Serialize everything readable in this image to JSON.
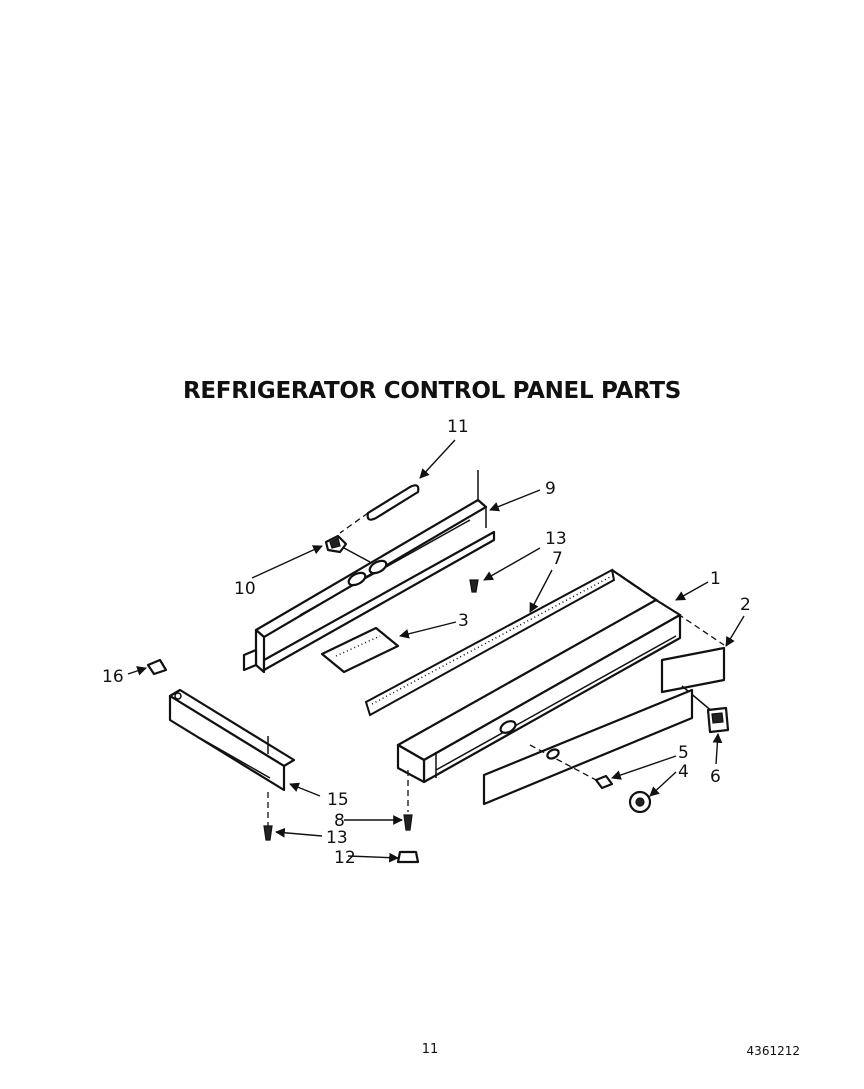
{
  "title": "REFRIGERATOR CONTROL PANEL PARTS",
  "page_number": "11",
  "document_number": "4361212",
  "callouts": [
    "1",
    "2",
    "3",
    "4",
    "5",
    "6",
    "7",
    "8",
    "9",
    "10",
    "11",
    "12",
    "13",
    "13",
    "15",
    "16"
  ]
}
